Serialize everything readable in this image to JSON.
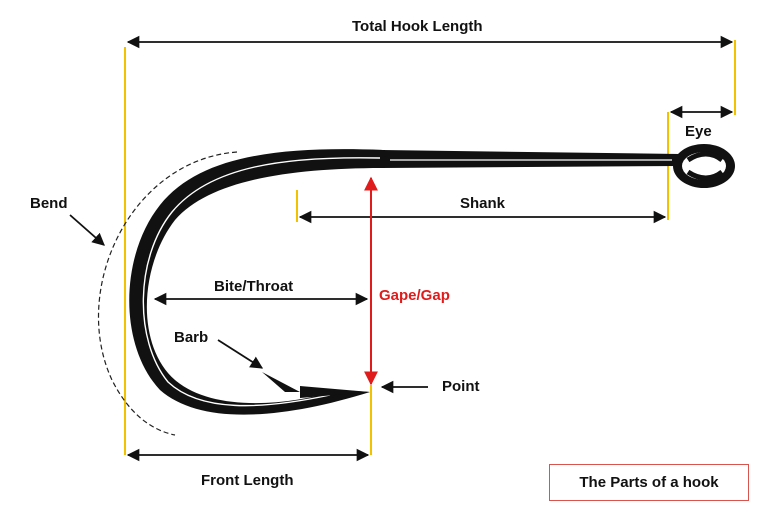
{
  "diagram": {
    "labels": {
      "total_length": "Total Hook Length",
      "eye": "Eye",
      "shank": "Shank",
      "bend": "Bend",
      "bite_throat": "Bite/Throat",
      "gape_gap": "Gape/Gap",
      "barb": "Barb",
      "point": "Point",
      "front_length": "Front Length"
    },
    "caption": "The Parts of a hook",
    "colors": {
      "guide_line": "#f2c200",
      "gape_accent": "#e01b1b",
      "caption_border": "#d9534f",
      "hook": "#111111"
    }
  }
}
